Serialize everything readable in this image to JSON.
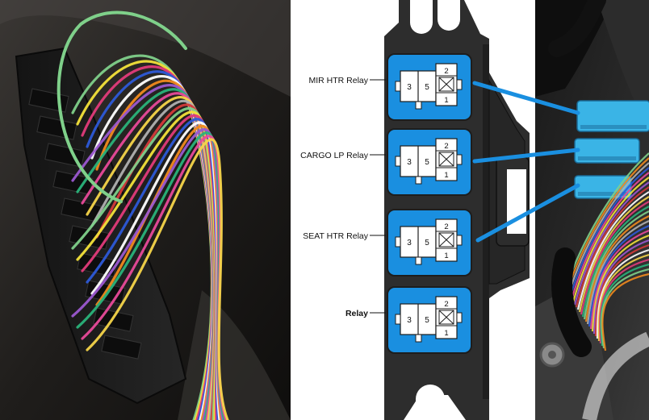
{
  "panels": {
    "left_photo": "wiring-harness-connector-photo",
    "center_diagram": "relay-block-diagram",
    "right_photo": "installed-relays-photo"
  },
  "relays": [
    {
      "label": "MIR HTR Relay",
      "bold": false,
      "pins": [
        "3",
        "5",
        "2",
        "1"
      ]
    },
    {
      "label": "CARGO LP Relay",
      "bold": false,
      "pins": [
        "3",
        "5",
        "2",
        "1"
      ]
    },
    {
      "label": "SEAT HTR Relay",
      "bold": false,
      "pins": [
        "3",
        "5",
        "2",
        "1"
      ]
    },
    {
      "label": "Relay",
      "bold": true,
      "pins": [
        "3",
        "5",
        "2",
        "1"
      ]
    }
  ],
  "colors": {
    "relay_blue": "#1a8fe0",
    "callout_blue": "#1a8fe0",
    "block_dark": "#2d2d2d",
    "photo_dark": "#1b1b1b",
    "relay_cyan": "#3ab4e6"
  },
  "wire_colors": [
    "#7fd08a",
    "#f3e23a",
    "#e23b7a",
    "#2d5ad8",
    "#ffffff",
    "#f08a1e",
    "#9b59d0",
    "#2ab37a",
    "#e84a9a",
    "#f5d54a",
    "#b0b0b0",
    "#d43a3a"
  ]
}
